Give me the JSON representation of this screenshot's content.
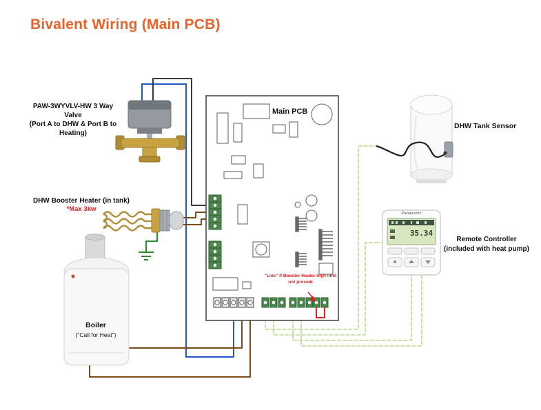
{
  "title": "Bivalent Wiring (Main PCB)",
  "pcb": {
    "label": "Main PCB",
    "link_note": "\"Link\" if Booster Heater high limit\nnot present"
  },
  "valve": {
    "label": "PAW-3WYVLV-HW 3 Way\nValve\n(Port A to DHW & Port B to\nHeating)"
  },
  "booster": {
    "label": "DHW Booster Heater (in tank)",
    "warning": "*Max 3kw"
  },
  "boiler": {
    "label": "Boiler",
    "sublabel": "(\"Call for Heat\")"
  },
  "tank": {
    "label": "DHW Tank Sensor"
  },
  "remote": {
    "label": "Remote Controller\n(included with heat pump)",
    "brand": "Panasonic",
    "display_value": "35.34"
  },
  "colors": {
    "title_accent": "#E8632B",
    "warning_red": "#E01B1B",
    "wire_blue": "#2257C4",
    "wire_black": "#3A3A3A",
    "wire_brown": "#7A4A17",
    "wire_earth": "#2E8B2E",
    "wire_signal": "#B5D98E",
    "link_red": "#E02020"
  }
}
